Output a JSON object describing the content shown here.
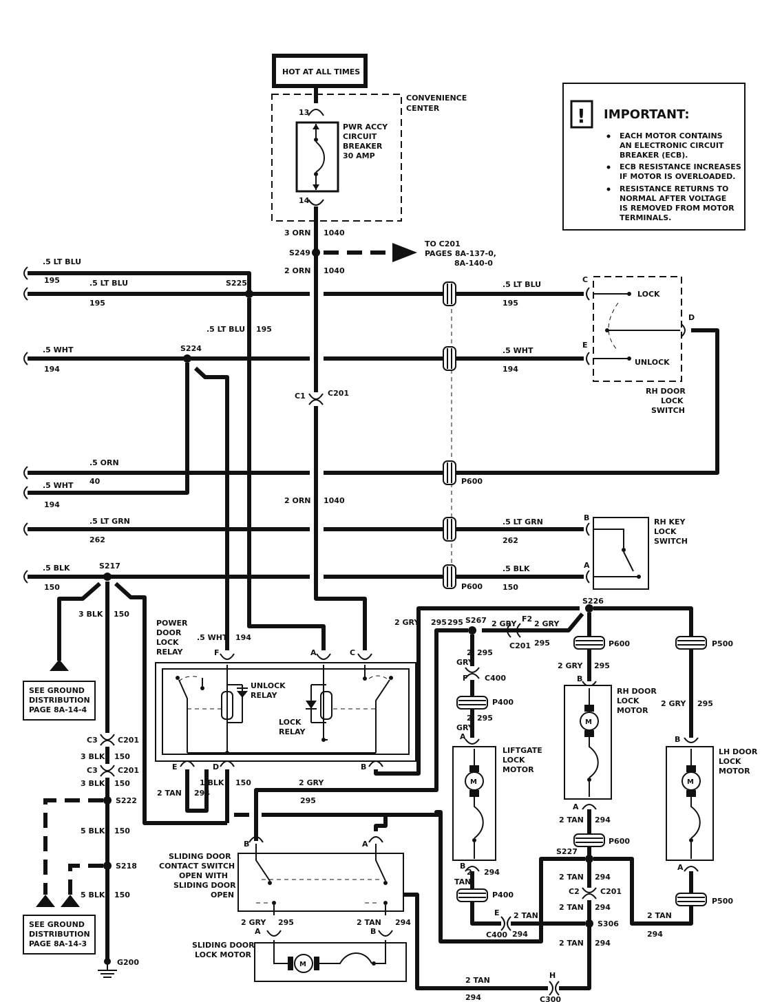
{
  "power": {
    "hot_label": "HOT AT ALL TIMES"
  },
  "convenience_center": {
    "line1": "CONVENIENCE",
    "line2": "CENTER"
  },
  "breaker": {
    "line1": "PWR ACCY",
    "line2": "CIRCUIT",
    "line3": "BREAKER",
    "line4": "30 AMP",
    "pin_in": "13",
    "pin_out": "14"
  },
  "important": {
    "title": "IMPORTANT:",
    "b1": [
      "EACH MOTOR CONTAINS",
      "AN ELECTRONIC CIRCUIT",
      "BREAKER (ECB)."
    ],
    "b2": [
      "ECB RESISTANCE INCREASES",
      "IF MOTOR IS OVERLOADED."
    ],
    "b3": [
      "RESISTANCE RETURNS TO",
      "NORMAL AFTER VOLTAGE",
      "IS REMOVED FROM MOTOR",
      "TERMINALS."
    ]
  },
  "to_c201": {
    "line1": "TO C201",
    "line2": "PAGES 8A-137-0,",
    "line3": "8A-140-0"
  },
  "splices": {
    "s249": "S249",
    "s225": "S225",
    "s224": "S224",
    "s217": "S217",
    "s222": "S222",
    "s218": "S218",
    "s226": "S226",
    "s267": "S267",
    "s227": "S227",
    "s306": "S306"
  },
  "connectors": {
    "c201": "C201",
    "p600": "P600",
    "p500": "P500",
    "p400": "P400",
    "c400": "C400",
    "c300": "C300",
    "c1": "C1",
    "c2": "C2",
    "c3": "C3",
    "f2": "F2",
    "h": "H"
  },
  "wires": {
    "orn3": "3 ORN",
    "orn2": "2 ORN",
    "n1040": "1040",
    "ltblu": ".5 LT BLU",
    "n195": "195",
    "wht": ".5 WHT",
    "n194": "194",
    "orn5": ".5 ORN",
    "n40": "40",
    "ltgrn": ".5 LT GRN",
    "n262": "262",
    "blk5": ".5 BLK",
    "n150": "150",
    "blk3": "3 BLK",
    "blk1": "1 BLK",
    "blk5b": "5 BLK",
    "gry2": "2 GRY",
    "gry": "GRY",
    "n2": "2",
    "n295": "295",
    "tan2": "2 TAN",
    "tan": "TAN",
    "n294": "294"
  },
  "ground": {
    "line1": "SEE GROUND",
    "line2": "DISTRIBUTION",
    "page1": "PAGE 8A-14-4",
    "page2": "PAGE 8A-14-3",
    "g200": "G200"
  },
  "rh_door_switch": {
    "lock": "LOCK",
    "unlock": "UNLOCK",
    "l1": "RH DOOR",
    "l2": "LOCK",
    "l3": "SWITCH",
    "c": "C",
    "d": "D",
    "e": "E"
  },
  "rh_key_switch": {
    "l1": "RH KEY",
    "l2": "LOCK",
    "l3": "SWITCH",
    "a": "A",
    "b": "B"
  },
  "relay": {
    "l1": "POWER",
    "l2": "DOOR",
    "l3": "LOCK",
    "l4": "RELAY",
    "unlock1": "UNLOCK",
    "unlock2": "RELAY",
    "lock1": "LOCK",
    "lock2": "RELAY",
    "f": "F",
    "a": "A",
    "c": "C",
    "e": "E",
    "d": "D",
    "b": "B"
  },
  "motors": {
    "m": "M",
    "liftgate": [
      "LIFTGATE",
      "LOCK",
      "MOTOR"
    ],
    "rh": [
      "RH DOOR",
      "LOCK",
      "MOTOR"
    ],
    "lh": [
      "LH DOOR",
      "LOCK",
      "MOTOR"
    ],
    "sliding": [
      "SLIDING DOOR",
      "LOCK MOTOR"
    ]
  },
  "sliding_switch": {
    "l1": "SLIDING DOOR",
    "l2": "CONTACT SWITCH",
    "l3": "OPEN WITH",
    "l4": "SLIDING DOOR",
    "l5": "OPEN",
    "a": "A",
    "b": "B"
  },
  "pins": {
    "a": "A",
    "b": "B",
    "e": "E",
    "f": "F"
  }
}
